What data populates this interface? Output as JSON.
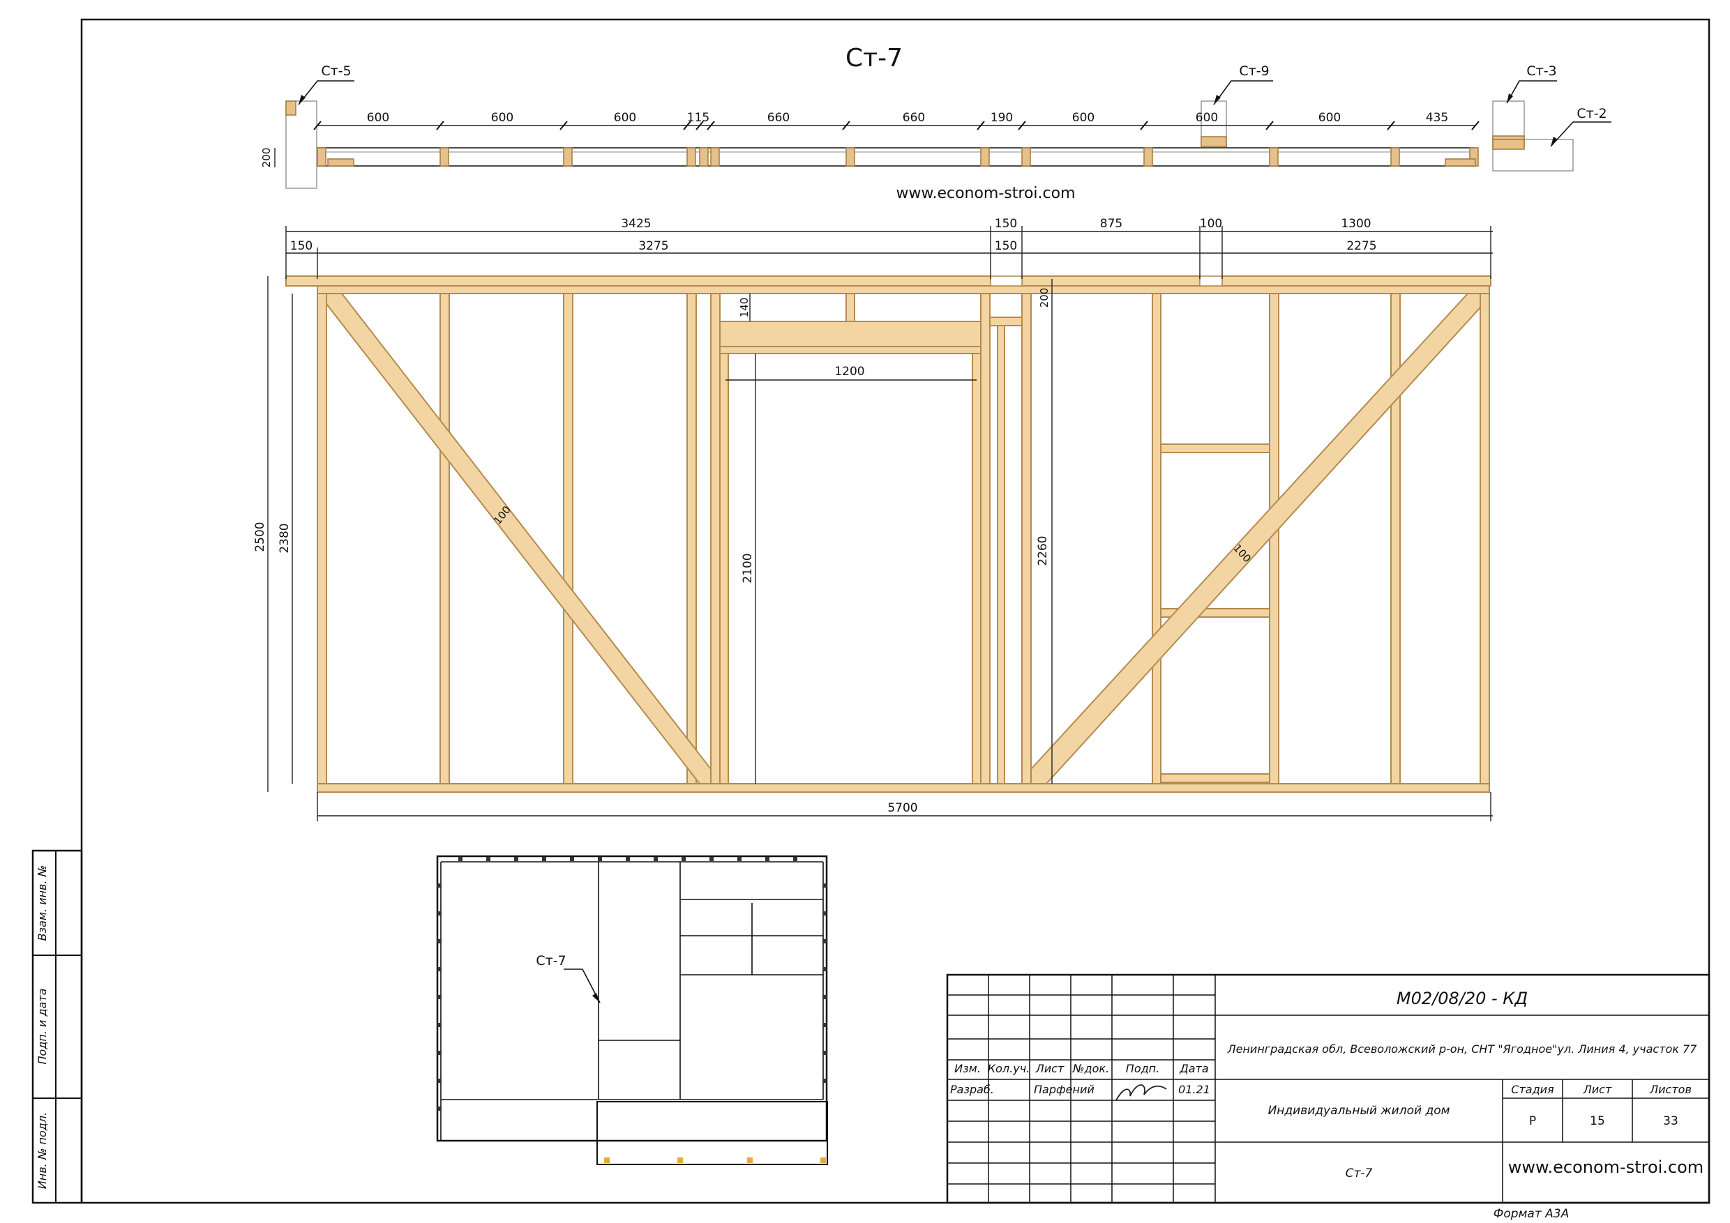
{
  "title": "Ст-7",
  "website": "www.econom-stroi.com",
  "plan_section": {
    "callouts": [
      "Ст-5",
      "Ст-9",
      "Ст-3",
      "Ст-2"
    ],
    "spacings": [
      "600",
      "600",
      "600",
      "115",
      "660",
      "660",
      "190",
      "600",
      "600",
      "600",
      "435"
    ],
    "height": "200"
  },
  "elevation": {
    "top_dims_row1": [
      "3425",
      "150",
      "875",
      "100",
      "1300"
    ],
    "top_dims_row2": [
      "150",
      "3275",
      "150",
      "2275"
    ],
    "header_dims": [
      "140",
      "200"
    ],
    "opening_width": "1200",
    "brace_widths": [
      "100",
      "100"
    ],
    "height_dims": [
      "2500",
      "2380",
      "2100",
      "2260"
    ],
    "total_length": "5700"
  },
  "key_plan": {
    "callout": "Ст-7"
  },
  "side_stamp": [
    "Взам. инв. №",
    "Подп. и дата",
    "Инв. № подл."
  ],
  "title_block": {
    "doc_code": "М02/08/20 - КД",
    "address": "Ленинградская обл, Всеволожский р-он, СНТ \"Ягодное\"ул. Линия 4, участок 77",
    "object_name": "Индивидуальный жилой дом",
    "sheet_name": "Ст-7",
    "col_headers": [
      "Изм.",
      "Кол.уч.",
      "Лист",
      "№док.",
      "Подп.",
      "Дата"
    ],
    "developer_role": "Разраб.",
    "developer_name": "Парфений",
    "date": "01.21",
    "stage_label": "Стадия",
    "sheet_label": "Лист",
    "sheets_label": "Листов",
    "stage": "Р",
    "sheet": "15",
    "sheets": "33",
    "website": "www.econom-stroi.com"
  },
  "format": "Формат А3А"
}
